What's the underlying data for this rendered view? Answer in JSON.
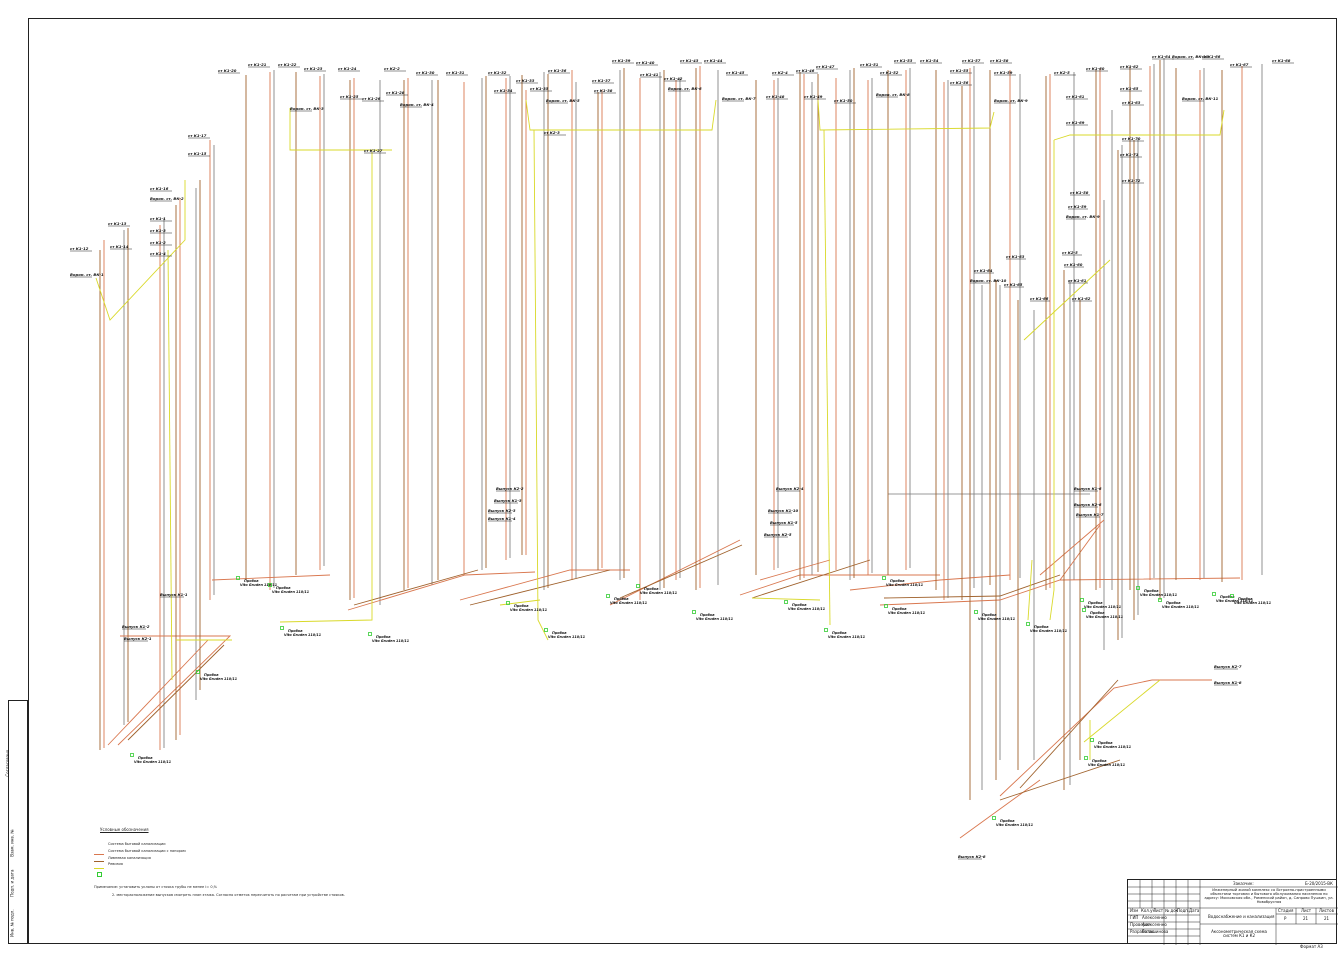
{
  "sheet": {
    "project_code": "Б-20/2015-ВК",
    "customer_label": "Заказчик:",
    "object_description": "Инженерный жилой комплекс со Встроено-пристроенными объектами торговли и бытового обслуживания населения по адресу: Московская обл., Раменский район, д. Сапрово Пушкин, ул. Новобрусная",
    "section_name": "Водоснабжение и канализация",
    "drawing_title": "Аксонометрическая схема систем К1 и К2",
    "stage": "Р",
    "sheet_no": "21",
    "sheets_total": "21",
    "format": "Формат А3",
    "col_stage": "Стадия",
    "col_sheet": "Лист",
    "col_sheets": "Листов",
    "header_cells": [
      "Изм",
      "Кол.уч",
      "Лист",
      "№ док",
      "Подп.",
      "Дата"
    ],
    "roles": [
      "ГИП",
      "Проверил",
      "Разработал"
    ],
    "names": [
      "Алексеенко",
      "Алексеенко",
      "Волошинова"
    ]
  },
  "legend": {
    "title": "Условные обозначения",
    "items": [
      {
        "label": "Система бытовой канализации",
        "color": "#d9774f"
      },
      {
        "label": "Система бытовой канализации с напором",
        "color": "#a0622d"
      },
      {
        "label": "Ливневая канализация",
        "color": "#d9d92a"
      },
      {
        "label": "Ревизия",
        "color": "#33cc33"
      }
    ],
    "note_1": "Примечание: установить уклоны от стояка трубы не менее i= 0,%",
    "note_2": "2. месторасположение выпусков смотреть план этажа. Согласно отметок пересчитать по расчетам при устройстве стояков."
  },
  "side_stamp": {
    "labels": [
      "Инв. № подл.",
      "Подп. и дата",
      "Взам. инв. №",
      "Согласовано"
    ]
  },
  "colors": {
    "sewer": "#d9774f",
    "sewer_pressure": "#a0622d",
    "storm": "#d9d92a",
    "revision": "#33cc33",
    "gray": "#777777",
    "frame": "#222222"
  },
  "tags": {
    "riser_k1": "ст К1-",
    "riser_storm": "Ворон. ст. ВК-",
    "outlet": "Выпуск К1-",
    "valve": "Пробка"
  },
  "labels": [
    "ст К1-12",
    "ст К1-13",
    "ст К1-14",
    "ст К1-16",
    "ст К1-17",
    "ст К1-15",
    "Ворон. ст. ВК-1",
    "Ворон. ст. ВК-2",
    "ст К1-1",
    "ст К1-2",
    "ст К1-3",
    "ст К1-4",
    "ст К1-20",
    "ст К1-21",
    "ст К1-22",
    "ст К1-23",
    "ст К1-24",
    "Ворон. ст. ВК-3",
    "ст К1-25",
    "ст К1-26",
    "ст К1-27",
    "ст К1-28",
    "Ворон. ст. ВК-4",
    "ст К2-2",
    "ст К1-30",
    "ст К1-31",
    "ст К1-32",
    "ст К1-33",
    "ст К1-34",
    "ст К1-35",
    "Ворон. ст. ВК-5",
    "ст К2-3",
    "ст К1-36",
    "ст К1-37",
    "ст К1-38",
    "ст К1-39",
    "ст К1-40",
    "ст К1-41",
    "ст К1-42",
    "Ворон. ст. ВК-6",
    "ст К1-43",
    "ст К1-44",
    "ст К1-45",
    "Ворон. ст. ВК-7",
    "ст К2-4",
    "ст К1-46",
    "ст К1-47",
    "ст К1-48",
    "ст К1-49",
    "ст К1-50",
    "ст К1-51",
    "ст К1-52",
    "Ворон. ст. ВК-8",
    "ст К1-53",
    "ст К1-54",
    "ст К1-55",
    "ст К1-56",
    "ст К1-57",
    "ст К1-58",
    "ст К1-59",
    "Ворон. ст. ВК-9",
    "ст К2-5",
    "ст К1-60",
    "ст К1-61",
    "ст К1-62",
    "ст К1-63",
    "ст К1-64",
    "Ворон. ст. ВК-10",
    "ст К1-65",
    "ст К1-66",
    "ст К1-67",
    "Ворон. ст. ВК-11",
    "ст К1-68",
    "ст К1-69",
    "ст К1-70",
    "ст К1-71",
    "ст К1-72"
  ],
  "outlets": [
    "Выпуск К1-1",
    "Выпуск К2-1",
    "Выпуск К1-2",
    "Выпуск К2-2",
    "Выпуск К1-3",
    "Выпуск К2-3",
    "Выпуск К1-4",
    "Выпуск К2-4",
    "Выпуск К1-5",
    "Выпуск К2-5",
    "Выпуск К1-6",
    "Выпуск К2-6",
    "Выпуск К1-7",
    "Выпуск К2-7",
    "Выпуск К1-8",
    "Выпуск К2-8",
    "Выпуск К1-10"
  ],
  "valve_labels": [
    "Пробка",
    "Vito Gruden 110/11"
  ]
}
